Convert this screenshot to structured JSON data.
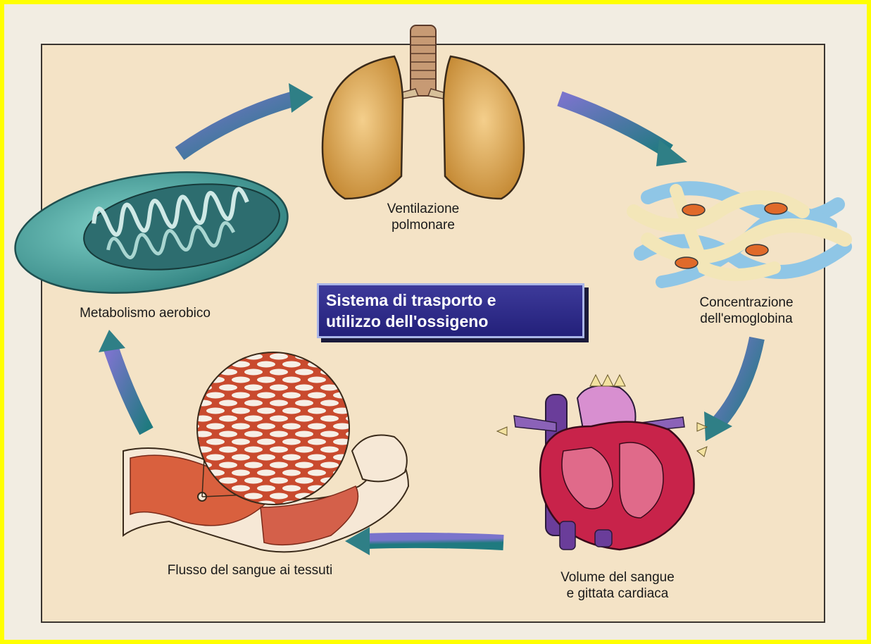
{
  "title": {
    "line1": "Sistema di trasporto e",
    "line2": "utilizzo dell'ossigeno"
  },
  "stages": {
    "ventilation": {
      "line1": "Ventilazione",
      "line2": "polmonare"
    },
    "hemoglobin": {
      "line1": "Concentrazione",
      "line2": "dell'emoglobina"
    },
    "heart": {
      "line1": "Volume del sangue",
      "line2": "e gittata cardiaca"
    },
    "blood_flow": {
      "line1": "Flusso del sangue ai tessuti"
    },
    "metabolism": {
      "line1": "Metabolismo aerobico"
    }
  },
  "colors": {
    "highlight_border": "#ffff00",
    "panel_background": "#f4e3c6",
    "title_box": "#2f2c8a",
    "arrow_dark": "#2f7f86",
    "arrow_light": "#6a66c2",
    "lung": "#d9a64e",
    "mitochondrion": "#3e9d9a",
    "heart": "#c8234a",
    "muscle": "#d4604a"
  },
  "icons": [
    "lungs-icon",
    "hemoglobin-molecule-icon",
    "heart-icon",
    "arm-muscle-icon",
    "mitochondrion-icon"
  ]
}
